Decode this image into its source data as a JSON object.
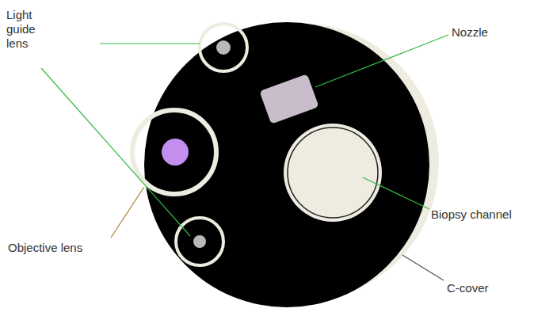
{
  "diagram": {
    "labels": [
      "Light guide lens",
      "Nozzle",
      "Objective lens",
      "Biopsy channel",
      "C-cover"
    ]
  }
}
